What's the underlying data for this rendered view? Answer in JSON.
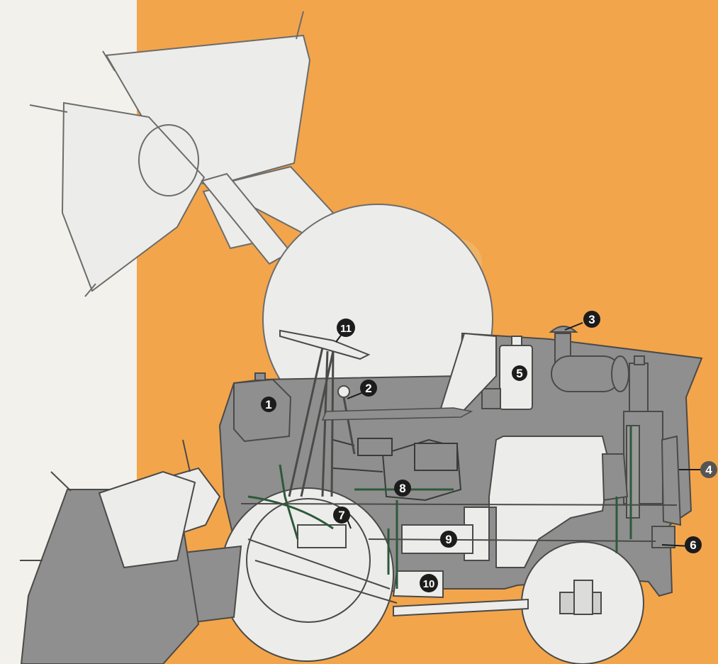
{
  "figure": {
    "subject": "loader tractor cutaway, components numbered 1-11",
    "colors": {
      "background_left": "#f2f1ec",
      "background_panel": "#f3a54c",
      "chassis": "#8f8f8f",
      "parts_light": "#ececea",
      "outline": "#4a4a48",
      "callout": "#1c1c1c",
      "callout_text": "#ffffff"
    }
  },
  "callouts": [
    {
      "id": "callout-1",
      "label": "1"
    },
    {
      "id": "callout-2",
      "label": "2"
    },
    {
      "id": "callout-3",
      "label": "3"
    },
    {
      "id": "callout-4",
      "label": "4"
    },
    {
      "id": "callout-5",
      "label": "5"
    },
    {
      "id": "callout-6",
      "label": "6"
    },
    {
      "id": "callout-7",
      "label": "7"
    },
    {
      "id": "callout-8",
      "label": "8"
    },
    {
      "id": "callout-9",
      "label": "9"
    },
    {
      "id": "callout-10",
      "label": "10"
    },
    {
      "id": "callout-11",
      "label": "11"
    }
  ]
}
